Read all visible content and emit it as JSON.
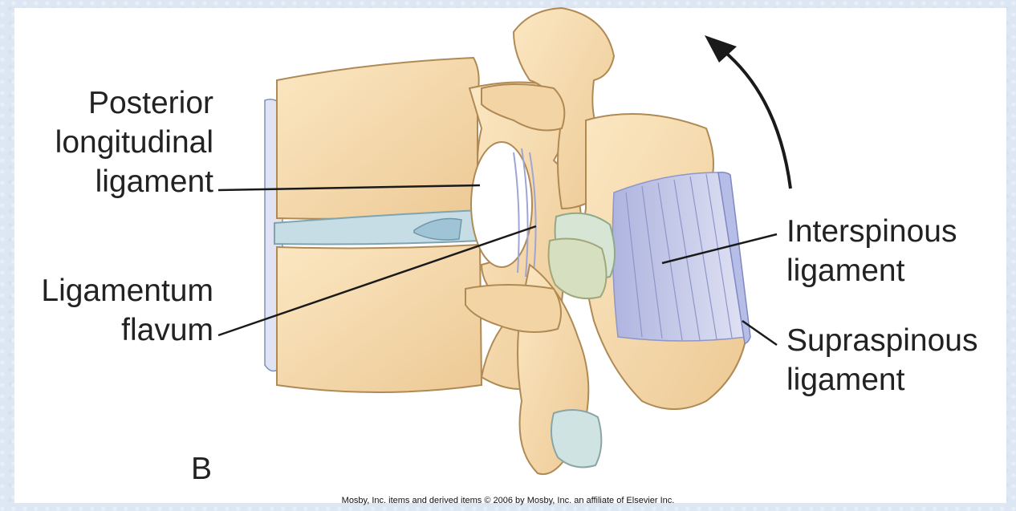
{
  "labels": {
    "posterior_longitudinal": [
      "Posterior",
      "longitudinal",
      "ligament"
    ],
    "ligamentum_flavum": [
      "Ligamentum",
      "flavum"
    ],
    "interspinous": [
      "Interspinous",
      "ligament"
    ],
    "supraspinous": [
      "Supraspinous",
      "ligament"
    ],
    "panel_letter": "B"
  },
  "copyright": "Mosby, Inc. items and derived items © 2006 by Mosby, Inc. an affiliate of Elsevier Inc.",
  "colors": {
    "bone": "#f6dcb0",
    "bone_shadow": "#e2bd86",
    "disc": "#c8dde6",
    "ligament": "#c9cde9",
    "cartilage": "#d7e6d4"
  }
}
